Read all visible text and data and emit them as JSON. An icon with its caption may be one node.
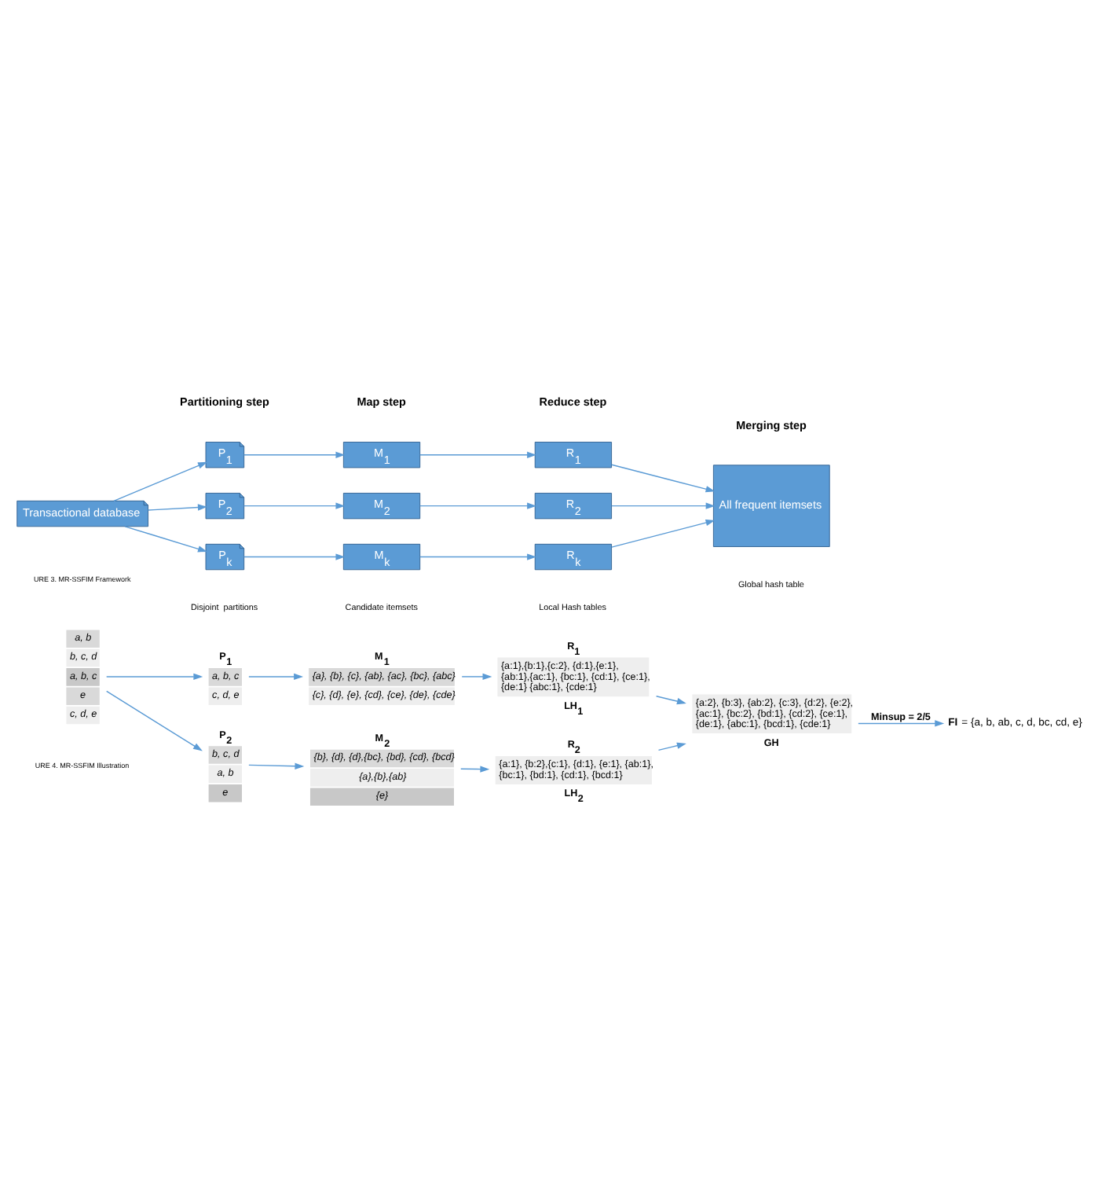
{
  "diagram": {
    "nodes": [
      {
        "text": [
          "Transactional database"
        ]
      },
      {
        "text": [
          "P$_{1}$"
        ]
      },
      {
        "text": [
          "P$_{2}$"
        ]
      },
      {
        "text": [
          "P$_{k}$"
        ]
      },
      {
        "text": [
          "M$_{1}$"
        ]
      },
      {
        "text": [
          "M$_{2}$"
        ]
      },
      {
        "text": [
          "M$_{k}$"
        ]
      },
      {
        "text": [
          "R$_{1}$"
        ]
      },
      {
        "text": [
          "R$_{2}$"
        ]
      },
      {
        "text": [
          "R$_{k}$"
        ]
      },
      {
        "text": [
          "All frequent itemsets"
        ]
      },
      {
        "text": [
          "a, b",
          "b, c, d",
          "a, b, c",
          "e",
          "c, d, e"
        ]
      },
      {
        "text": [
          "P$_{1}$",
          "a, b, c",
          "c, d, e"
        ]
      },
      {
        "text": [
          "P$_{2}$",
          "b, c, d",
          "a, b",
          "e"
        ]
      },
      {
        "text": [
          "M$_{1}$",
          "{a}, {b}, {c}, {ab}, {ac}, {bc}, {abc}",
          "{c}, {d}, {e}, {cd}, {ce}, {de}, {cde}"
        ]
      },
      {
        "text": [
          "M$_{2}$",
          "{b}, {d}, {d},{bc}, {bd}, {cd}, {bcd}",
          "{a},{b},{ab}",
          "{e}"
        ]
      },
      {
        "text": [
          "R$_{1}$",
          "{a:1},{b:1},{c:2}, {d:1},{e:1}, {ab:1},{ac:1}, {bc:1}, {cd:1}, {ce:1}, {de:1} {abc:1}, {cde:1}"
        ],
        "beside": [
          "LH$_{1}$"
        ]
      },
      {
        "text": [
          "R$_{2}$",
          "{a:1}, {b:2},{c:1}, {d:1}, {e:1}, {ab:1}, {bc:1}, {bd:1}, {cd:1}, {bcd:1}"
        ],
        "beside": [
          "LH$_{2}$"
        ]
      },
      {
        "text": [
          "{a:2}, {b:3}, {ab:2}, {c:3}, {d:2}, {e:2}, {ac:1}, {bc:2}, {bd:1}, {cd:2}, {ce:1}, {de:1}, {abc:1}, {bcd:1}, {cde:1}"
        ],
        "beside": [
          "GH"
        ]
      },
      {
        "text": [
          "**FI** = {a, b, ab, c, d, bc, cd, e}"
        ]
      }
    ],
    "edges": [
      {
        "from": 0,
        "to": 1,
        "arrow": "to"
      },
      {
        "from": 0,
        "to": 2,
        "arrow": "to"
      },
      {
        "from": 0,
        "to": 3,
        "arrow": "to"
      },
      {
        "from": 1,
        "to": 4,
        "arrow": "to"
      },
      {
        "from": 2,
        "to": 5,
        "arrow": "to"
      },
      {
        "from": 3,
        "to": 6,
        "arrow": "to"
      },
      {
        "from": 4,
        "to": 7,
        "arrow": "to"
      },
      {
        "from": 5,
        "to": 8,
        "arrow": "to"
      },
      {
        "from": 6,
        "to": 9,
        "arrow": "to"
      },
      {
        "from": 7,
        "to": 10,
        "arrow": "to"
      },
      {
        "from": 8,
        "to": 10,
        "arrow": "to"
      },
      {
        "from": 9,
        "to": 10,
        "arrow": "to"
      },
      {
        "from": 11,
        "to": 12,
        "arrow": "to"
      },
      {
        "from": 11,
        "to": 13,
        "arrow": "to"
      },
      {
        "from": 12,
        "to": 14,
        "arrow": "to"
      },
      {
        "from": 13,
        "to": 15,
        "arrow": "to"
      },
      {
        "from": 14,
        "to": 16,
        "arrow": "to"
      },
      {
        "from": 15,
        "to": 17,
        "arrow": "to"
      },
      {
        "from": 16,
        "to": 18,
        "arrow": "to"
      },
      {
        "from": 17,
        "to": 18,
        "arrow": "to"
      },
      {
        "from": 18,
        "to": 19,
        "label": "Minsup = 2/5",
        "arrow": "to"
      }
    ],
    "labels": [
      "Partitioning step",
      "Map step",
      "Reduce step",
      "Merging step",
      "Disjoint  partitions",
      "Candidate itemsets",
      "Local Hash tables",
      "Global hash table",
      "URE 3. MR-SSFIM Framework",
      "URE 4. MR-SSFIM Illustration"
    ]
  }
}
